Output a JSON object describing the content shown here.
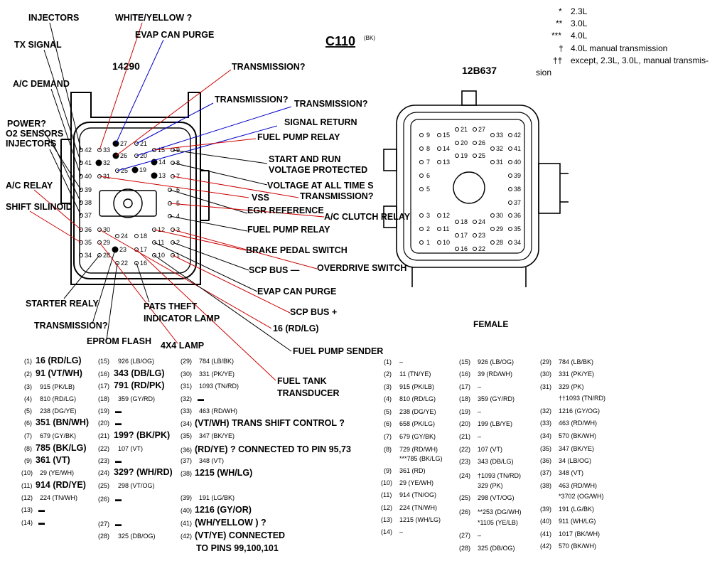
{
  "title": {
    "connector": "C110",
    "bk": "(BK)",
    "left_part": "14290",
    "right_part": "12B637",
    "female": "FEMALE"
  },
  "legend": [
    {
      "sym": "*",
      "text": "2.3L"
    },
    {
      "sym": "**",
      "text": "3.0L"
    },
    {
      "sym": "***",
      "text": "4.0L"
    },
    {
      "sym": "†",
      "text": "4.0L manual transmission"
    },
    {
      "sym": "††",
      "text": "except, 2.3L, 3.0L, manual transmis-"
    },
    {
      "sym": "",
      "text": "sion"
    }
  ],
  "left_labels": [
    "INJECTORS",
    "WHITE/YELLOW ?",
    "EVAP CAN PURGE",
    "TX SIGNAL",
    "TRANSMISSION?",
    "A/C DEMAND",
    "TRANSMISSION?",
    "TRANSMISSION?",
    "SIGNAL RETURN",
    "POWER?",
    "O2 SENSORS",
    "INJECTORS",
    "FUEL PUMP RELAY",
    "START AND RUN",
    "VOLTAGE PROTECTED",
    "VOLTAGE AT ALL TIME S",
    "A/C RELAY",
    "VSS",
    "TRANSMISSION?",
    "SHIFT SILINOID",
    "EGR REFERENCE",
    "A/C CLUTCH RELAY",
    "FUEL PUMP RELAY",
    "BRAKE PEDAL SWITCH",
    "OVERDRIVE SWITCH",
    "SCP BUS —",
    "EVAP CAN PURGE",
    "STARTER REALY",
    "PATS THEFT",
    "INDICATOR LAMP",
    "SCP BUS +",
    "TRANSMISSION?",
    "16 (RD/LG)",
    "EPROM FLASH",
    "4X4 LAMP",
    "FUEL PUMP SENDER",
    "FUEL TANK",
    "TRANSDUCER"
  ],
  "left_pins": [
    "42",
    "33",
    "27",
    "21",
    "41",
    "32",
    "26",
    "20",
    "15",
    "9",
    "14",
    "8",
    "40",
    "31",
    "25",
    "19",
    "13",
    "7",
    "39",
    "6",
    "38",
    "5",
    "37",
    "4",
    "36",
    "30",
    "24",
    "18",
    "12",
    "3",
    "35",
    "29",
    "23",
    "17",
    "11",
    "2",
    "34",
    "28",
    "22",
    "16",
    "10",
    "1"
  ],
  "right_pins": [
    "21",
    "27",
    "9",
    "15",
    "33",
    "42",
    "20",
    "26",
    "8",
    "14",
    "32",
    "41",
    "19",
    "25",
    "7",
    "13",
    "31",
    "40",
    "6",
    "39",
    "5",
    "38",
    "37",
    "3",
    "12",
    "18",
    "24",
    "30",
    "36",
    "2",
    "11",
    "17",
    "23",
    "29",
    "35",
    "1",
    "10",
    "16",
    "22",
    "28",
    "34"
  ],
  "left_table": [
    [
      "(1)",
      "16 (RD/LG)"
    ],
    [
      "(2)",
      "91 (VT/WH)"
    ],
    [
      "(3)",
      "915 (PK/LB)"
    ],
    [
      "(4)",
      "810 (RD/LG)"
    ],
    [
      "(5)",
      "238 (DG/YE)"
    ],
    [
      "(6)",
      "351 (BN/WH)"
    ],
    [
      "(7)",
      "679 (GY/BK)"
    ],
    [
      "(8)",
      "785  (BK/LG)"
    ],
    [
      "(9)",
      "361 (VT)"
    ],
    [
      "(10)",
      "29 (YE/WH)"
    ],
    [
      "(11)",
      "914 (RD/YE)"
    ],
    [
      "(12)",
      "224 (TN/WH)"
    ],
    [
      "(13)",
      "▬"
    ],
    [
      "(14)",
      "▬"
    ],
    [
      "(15)",
      "926 (LB/OG)"
    ],
    [
      "(16)",
      "343 (DB/LG)"
    ],
    [
      "(17)",
      "791 (RD/PK)"
    ],
    [
      "(18)",
      "359 (GY/RD)"
    ],
    [
      "(19)",
      "▬"
    ],
    [
      "(20)",
      "▬"
    ],
    [
      "(21)",
      "199? (BK/PK)"
    ],
    [
      "(22)",
      "107 (VT)"
    ],
    [
      "(23)",
      "▬"
    ],
    [
      "(24)",
      "329? (WH/RD)"
    ],
    [
      "(25)",
      "298 (VT/OG)"
    ],
    [
      "(26)",
      "▬"
    ],
    [
      "(27)",
      "▬"
    ],
    [
      "(28)",
      "325 (DB/OG)"
    ],
    [
      "(29)",
      "784 (LB/BK)"
    ],
    [
      "(30)",
      "331 (PK/YE)"
    ],
    [
      "(31)",
      "1093 (TN/RD)"
    ],
    [
      "(32)",
      "▬"
    ],
    [
      "(33)",
      "463 (RD/WH)"
    ],
    [
      "(34)",
      "(VT/WH) TRANS SHIFT  CONTROL ?"
    ],
    [
      "(35)",
      "347 (BK/YE)"
    ],
    [
      "(36)",
      "(RD/YE) ? CONNECTED TO PIN 95,73"
    ],
    [
      "(37)",
      "348 (VT)"
    ],
    [
      "(38)",
      "1215 (WH/LG)"
    ],
    [
      "(39)",
      "191 (LG/BK)"
    ],
    [
      "(40)",
      "1216 (GY/OR)"
    ],
    [
      "(41)",
      "(WH/YELLOW ) ?"
    ],
    [
      "(42)",
      "(VT/YE) CONNECTED"
    ],
    [
      "",
      "TO PINS 99,100,101"
    ]
  ],
  "right_table": [
    [
      "(1)",
      "–"
    ],
    [
      "(2)",
      "11 (TN/YE)"
    ],
    [
      "(3)",
      "915 (PK/LB)"
    ],
    [
      "(4)",
      "810 (RD/LG)"
    ],
    [
      "(5)",
      "238 (DG/YE)"
    ],
    [
      "(6)",
      "658 (PK/LG)"
    ],
    [
      "(7)",
      "679 (GY/BK)"
    ],
    [
      "(8)",
      "729 (RD/WH)"
    ],
    [
      "",
      "***785 (BK/LG)"
    ],
    [
      "(9)",
      "361 (RD)"
    ],
    [
      "(10)",
      "29 (YE/WH)"
    ],
    [
      "(11)",
      "914 (TN/OG)"
    ],
    [
      "(12)",
      "224 (TN/WH)"
    ],
    [
      "(13)",
      "1215 (WH/LG)"
    ],
    [
      "(14)",
      "–"
    ],
    [
      "(15)",
      "926 (LB/OG)"
    ],
    [
      "(16)",
      "39 (RD/WH)"
    ],
    [
      "(17)",
      "–"
    ],
    [
      "(18)",
      "359 (GY/RD)"
    ],
    [
      "(19)",
      "–"
    ],
    [
      "(20)",
      "199 (LB/YE)"
    ],
    [
      "(21)",
      "–"
    ],
    [
      "(22)",
      "107 (VT)"
    ],
    [
      "(23)",
      "343 (DB/LG)"
    ],
    [
      "(24)",
      "†1093 (TN/RD)"
    ],
    [
      "",
      "329 (PK)"
    ],
    [
      "(25)",
      "298 (VT/OG)"
    ],
    [
      "(26)",
      "**253 (DG/WH)"
    ],
    [
      "",
      "*1105 (YE/LB)"
    ],
    [
      "(27)",
      "–"
    ],
    [
      "(28)",
      "325 (DB/OG)"
    ],
    [
      "(29)",
      "784 (LB/BK)"
    ],
    [
      "(30)",
      "331 (PK/YE)"
    ],
    [
      "(31)",
      "329 (PK)"
    ],
    [
      "",
      "††1093 (TN/RD)"
    ],
    [
      "(32)",
      "1216 (GY/OG)"
    ],
    [
      "(33)",
      "463 (RD/WH)"
    ],
    [
      "(34)",
      "570 (BK/WH)"
    ],
    [
      "(35)",
      "347 (BK/YE)"
    ],
    [
      "(36)",
      "34 (LB/OG)"
    ],
    [
      "(37)",
      "348 (VT)"
    ],
    [
      "(38)",
      "463 (RD/WH)"
    ],
    [
      "",
      "*3702 (OG/WH)"
    ],
    [
      "(39)",
      "191 (LG/BK)"
    ],
    [
      "(40)",
      "911 (WH/LG)"
    ],
    [
      "(41)",
      "1017 (BK/WH)"
    ],
    [
      "(42)",
      "570 (BK/WH)"
    ]
  ]
}
